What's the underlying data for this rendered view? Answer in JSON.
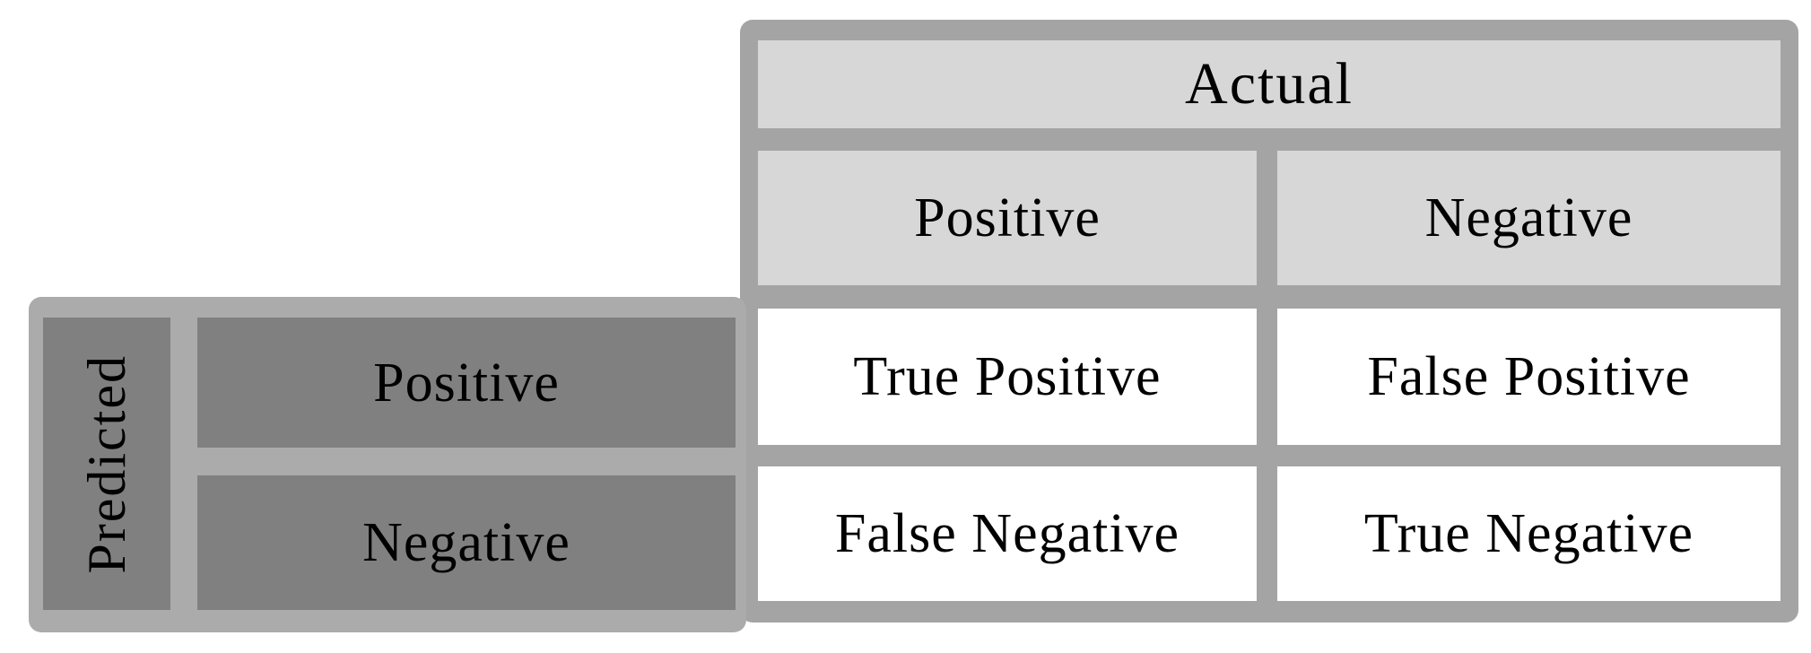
{
  "figure": {
    "type": "confusion-matrix-template",
    "col_group_header": "Actual",
    "row_group_header": "Predicted",
    "col_headers": [
      "Positive",
      "Negative"
    ],
    "row_headers": [
      "Positive",
      "Negative"
    ],
    "cells": [
      [
        "True Positive",
        "False Positive"
      ],
      [
        "False Negative",
        "True Negative"
      ]
    ]
  },
  "colors": {
    "background": "#ffffff",
    "light_cell": "#d7d7d7",
    "dark_cell": "#808080",
    "grid_right": "#a4a4a4",
    "grid_left": "#ababab",
    "text": "#000000"
  }
}
